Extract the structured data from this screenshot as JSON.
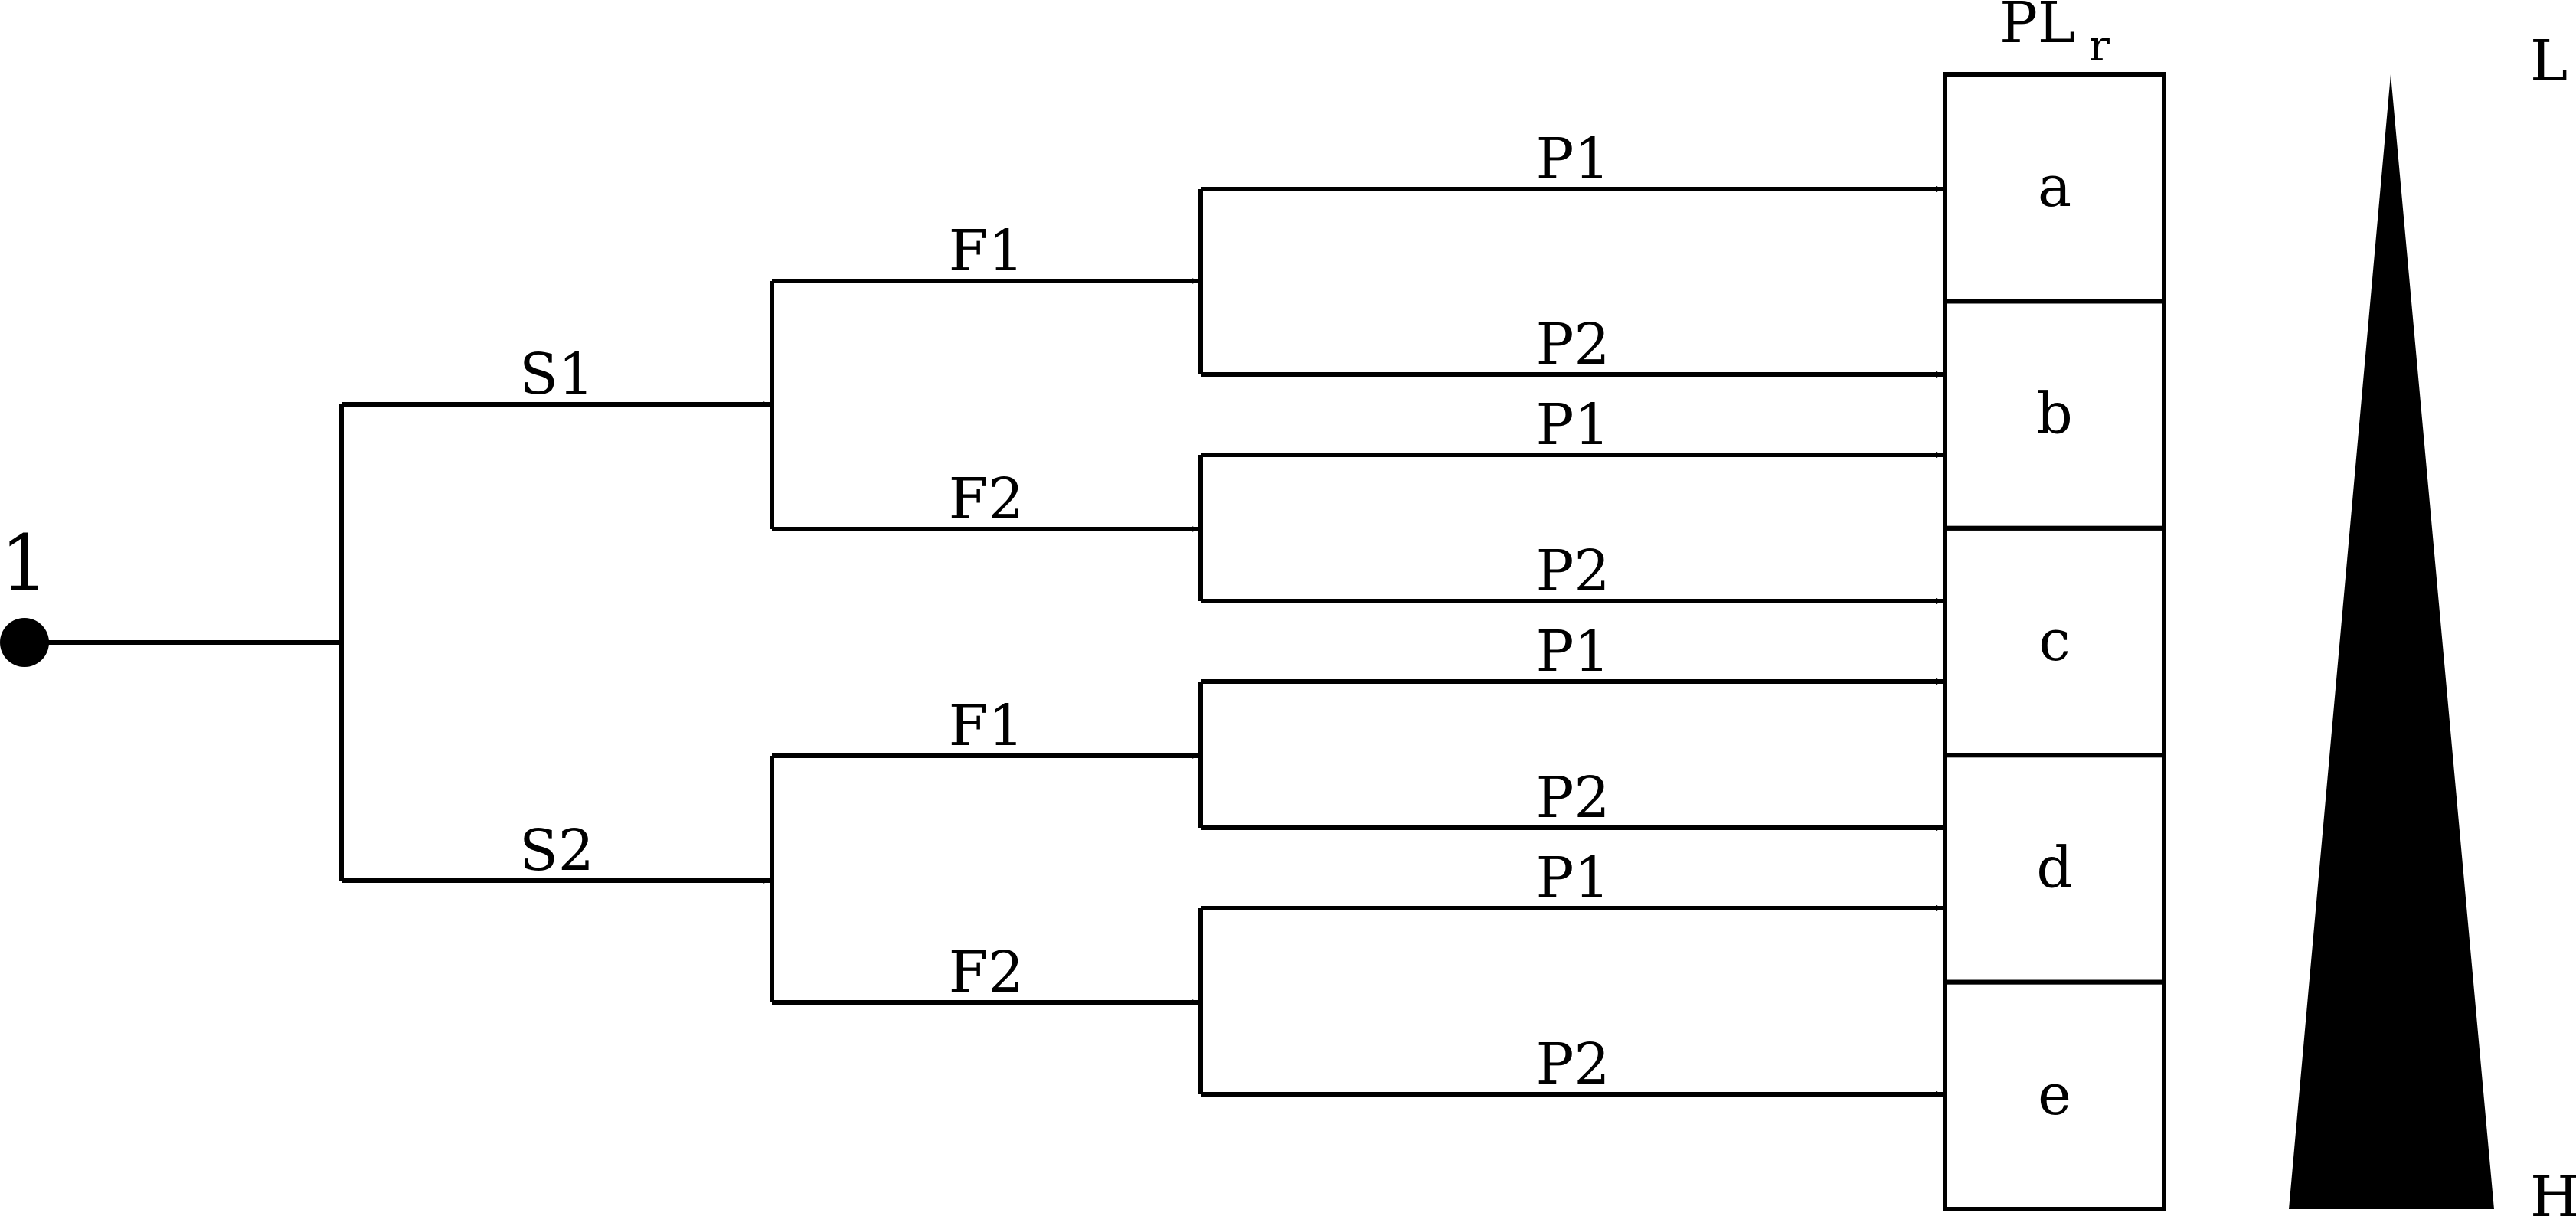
{
  "diagram": {
    "root": {
      "label": "1"
    },
    "level1": [
      {
        "label": "S1"
      },
      {
        "label": "S2"
      }
    ],
    "level2": [
      {
        "label": "F1",
        "parent": "S1"
      },
      {
        "label": "F2",
        "parent": "S1"
      },
      {
        "label": "F1",
        "parent": "S2"
      },
      {
        "label": "F2",
        "parent": "S2"
      }
    ],
    "level3": [
      {
        "label": "P1",
        "parent": "S1-F1"
      },
      {
        "label": "P2",
        "parent": "S1-F1"
      },
      {
        "label": "P1",
        "parent": "S1-F2"
      },
      {
        "label": "P2",
        "parent": "S1-F2"
      },
      {
        "label": "P1",
        "parent": "S2-F1"
      },
      {
        "label": "P2",
        "parent": "S2-F1"
      },
      {
        "label": "P1",
        "parent": "S2-F2"
      },
      {
        "label": "P2",
        "parent": "S2-F2"
      }
    ],
    "result_box": {
      "title_main": "PL",
      "title_sub": "r",
      "cells": [
        "a",
        "b",
        "c",
        "d",
        "e"
      ]
    },
    "scale": {
      "top_label": "L",
      "bottom_label": "H"
    },
    "colors": {
      "stroke": "#000000",
      "background": "#ffffff"
    }
  }
}
